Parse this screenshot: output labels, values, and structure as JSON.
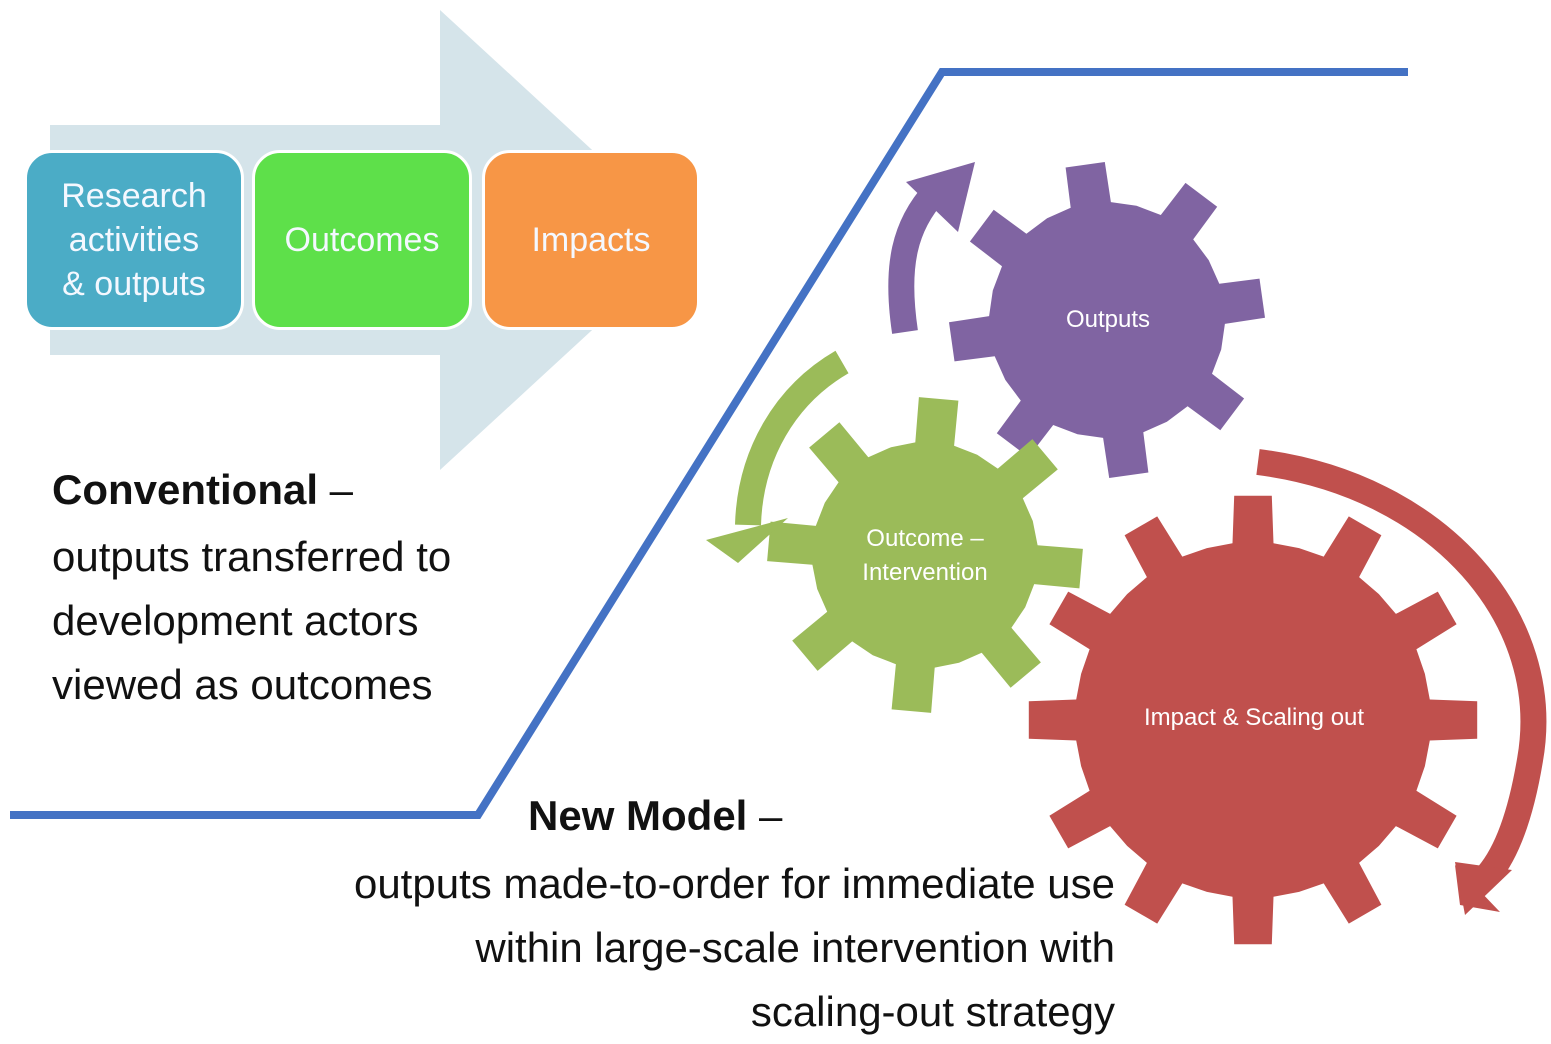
{
  "conventional": {
    "stages": [
      "Research\nactivities\n& outputs",
      "Outcomes",
      "Impacts"
    ],
    "heading": "Conventional",
    "heading_dash": " –",
    "body": "outputs transferred to\ndevelopment actors\nviewed as outcomes"
  },
  "new_model": {
    "heading": "New Model",
    "heading_dash": " –",
    "body": "outputs made-to-order for immediate use\nwithin large-scale intervention with\nscaling-out strategy",
    "gears": {
      "outputs": "Outputs",
      "outcome": "Outcome –\nIntervention",
      "impact": "Impact & Scaling out"
    }
  },
  "colors": {
    "arrow": "#d5e4ea",
    "research": "#4bacc6",
    "outcomes": "#5ee04a",
    "impacts": "#f79646",
    "outputs_gear": "#8064a2",
    "outcome_gear": "#9bbb59",
    "impact_gear": "#c0504d",
    "divider": "#4472c4"
  }
}
